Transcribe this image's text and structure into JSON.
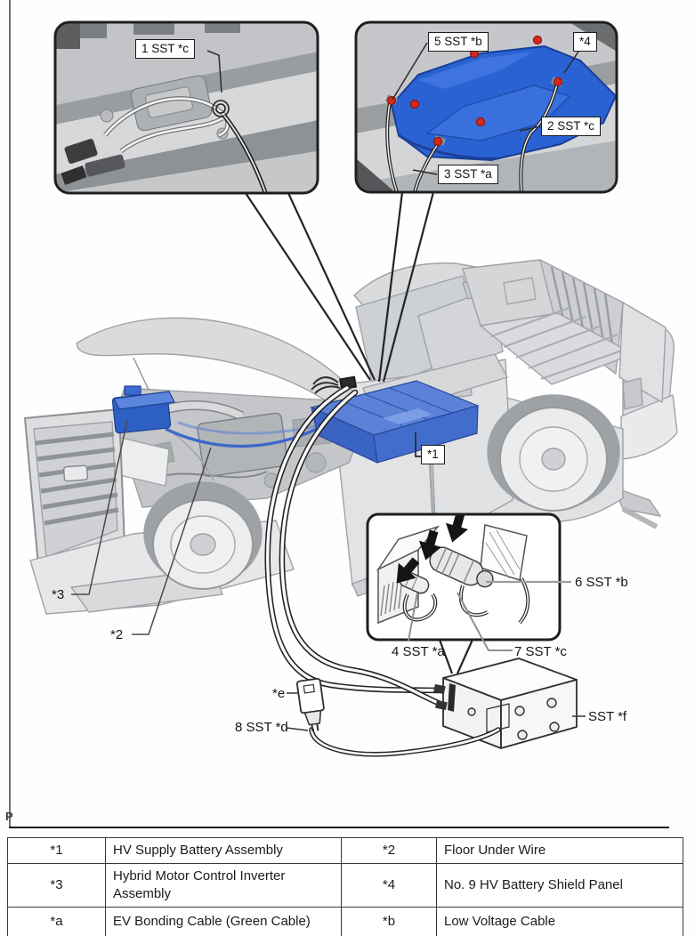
{
  "page": {
    "marker": "P"
  },
  "diagram": {
    "labels": {
      "sst1": "1 SST *c",
      "sst5": "5 SST *b",
      "star4": "*4",
      "sst2": "2 SST *c",
      "sst3": "3 SST *a",
      "star1": "*1",
      "star2": "*2",
      "star3": "*3",
      "sst6": "6 SST *b",
      "sst4": "4 SST *a",
      "sst7": "7 SST *c",
      "star_e": "*e",
      "sst8": "8 SST *d",
      "sst_f": "SST *f"
    },
    "colors": {
      "highlight_blue": "#2b62d3",
      "bolt_red": "#d32b1e"
    }
  },
  "legend": {
    "rows": [
      {
        "key_a": "*1",
        "desc_a": "HV Supply Battery Assembly",
        "key_b": "*2",
        "desc_b": "Floor Under Wire"
      },
      {
        "key_a": "*3",
        "desc_a": "Hybrid Motor Control Inverter Assembly",
        "key_b": "*4",
        "desc_b": "No. 9 HV Battery Shield Panel"
      },
      {
        "key_a": "*a",
        "desc_a": "EV Bonding Cable (Green Cable)",
        "key_b": "*b",
        "desc_b": "Low Voltage Cable"
      }
    ]
  }
}
